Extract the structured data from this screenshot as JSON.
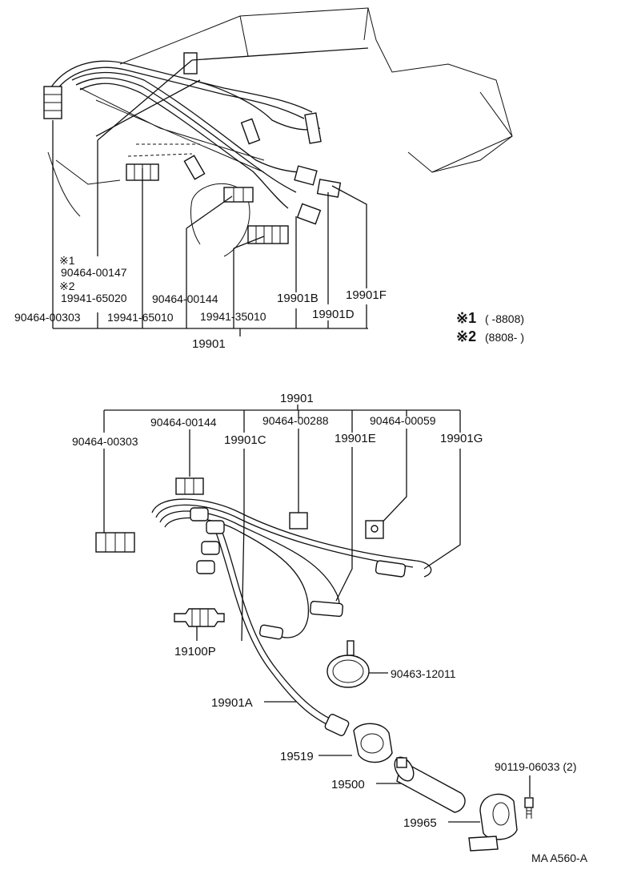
{
  "top_labels": {
    "note1_ref": "※1",
    "note1_part": "90464-00147",
    "note2_ref": "※2",
    "note2_part": "19941-65020",
    "clamp_left": "90464-00303",
    "clamp_a": "19941-65010",
    "clamp_b": "90464-00144",
    "clamp_c": "19941-35010",
    "wire_b": "19901B",
    "wire_d": "19901D",
    "wire_f": "19901F",
    "assembly": "19901"
  },
  "legend": {
    "mark1": "※1",
    "range1": "(      -8808)",
    "mark2": "※2",
    "range2": "(8808-        )"
  },
  "bottom_labels": {
    "assembly": "19901",
    "clamp_303": "90464-00303",
    "clamp_144": "90464-00144",
    "wire_c": "19901C",
    "clamp_288": "90464-00288",
    "wire_e": "19901E",
    "clamp_059": "90464-00059",
    "wire_g": "19901G",
    "plug": "19100P",
    "clamp_12011": "90463-12011",
    "wire_a": "19901A",
    "bracket": "19519",
    "coil": "19500",
    "bolt": "90119-06033 (2)",
    "coil_bracket": "19965"
  },
  "footer": {
    "code": "MA  A560-A"
  }
}
